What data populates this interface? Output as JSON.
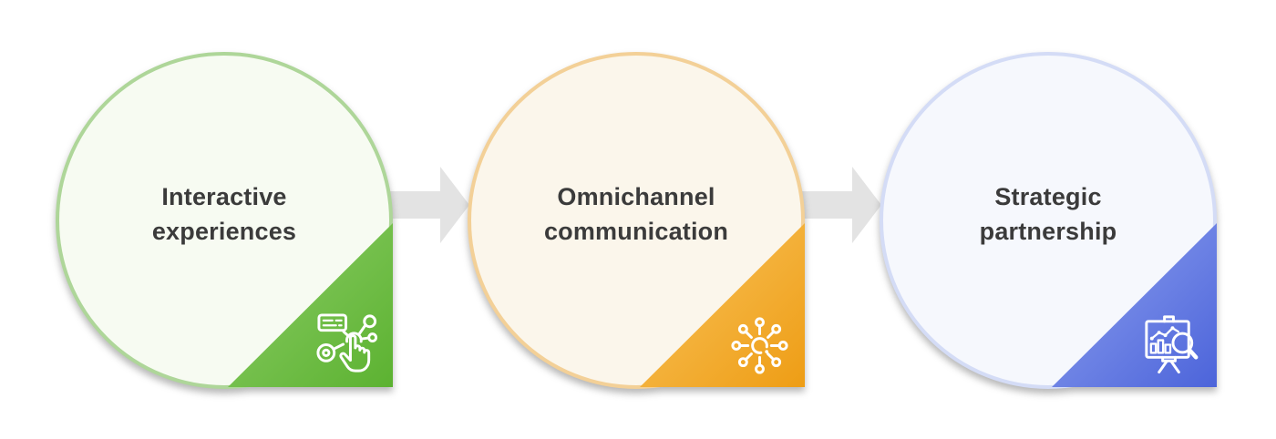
{
  "diagram": {
    "type": "process-flow",
    "background": "#ffffff",
    "text_color": "#3b3b3b",
    "connector": {
      "color": "#e3e3e3",
      "shape": "block-arrow-right",
      "count": 2
    },
    "steps": [
      {
        "label": "Interactive experiences",
        "lines": [
          "Interactive",
          "experiences"
        ],
        "icon": "tap-interaction-icon",
        "theme": {
          "circle_border": "#aed699",
          "circle_fill": "#f7fbf2",
          "corner_light": "#eef7e5",
          "corner_mid": "#80c659",
          "corner_dark": "#5cb231",
          "icon_color": "#ffffff"
        }
      },
      {
        "label": "Omnichannel communication",
        "lines": [
          "Omnichannel",
          "communication"
        ],
        "icon": "hub-network-icon",
        "theme": {
          "circle_border": "#f3d097",
          "circle_fill": "#fbf6eb",
          "corner_light": "#fcf1da",
          "corner_mid": "#f6ba4b",
          "corner_dark": "#ee9d15",
          "icon_color": "#ffffff"
        }
      },
      {
        "label": "Strategic partnership",
        "lines": [
          "Strategic",
          "partnership"
        ],
        "icon": "presentation-analysis-icon",
        "theme": {
          "circle_border": "#d4dcf6",
          "circle_fill": "#f6f8fd",
          "corner_light": "#edf1fb",
          "corner_mid": "#7e92ea",
          "corner_dark": "#4c64da",
          "icon_color": "#ffffff"
        }
      }
    ]
  }
}
